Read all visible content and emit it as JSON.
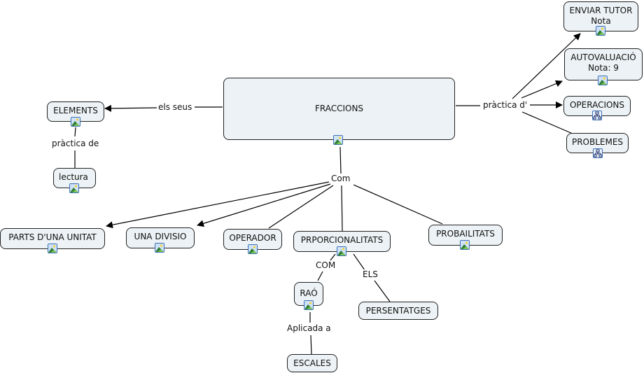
{
  "map": {
    "central": {
      "label": "FRACCIONS",
      "icon": "image-icon"
    },
    "nodes": {
      "elements": {
        "label": "ELEMENTS",
        "icon": "image-icon"
      },
      "lectura": {
        "label": "lectura",
        "icon": "image-icon"
      },
      "enviar_tutor": {
        "line1": "ENVIAR TUTOR",
        "line2": "Nota",
        "icon": "image-icon"
      },
      "autovaluacio": {
        "line1": "AUTOVALUACIÓ",
        "line2": "Nota: 9",
        "icon": "image-icon"
      },
      "operacions": {
        "label": "OPERACIONS",
        "icon": "submap-icon"
      },
      "problemes": {
        "label": "PROBLEMES",
        "icon": "submap-icon"
      },
      "parts": {
        "label": "PARTS D'UNA UNITAT",
        "icon": "image-icon"
      },
      "una_divisio": {
        "label": "UNA DIVISIO",
        "icon": "image-icon"
      },
      "operador": {
        "label": "OPERADOR",
        "icon": "image-icon"
      },
      "prporcionalitats": {
        "label": "PRPORCIONALITATS",
        "icon": "image-icon"
      },
      "probailitats": {
        "label": "PROBAILITATS",
        "icon": "image-icon"
      },
      "rao": {
        "label": "RAÓ",
        "icon": "image-icon"
      },
      "persentatges": {
        "label": "PERSENTATGES"
      },
      "escales": {
        "label": "ESCALES"
      }
    },
    "links": {
      "els_seus": "els seus",
      "practica_de": "pràctica de",
      "practica_d": "pràctica d'",
      "com": "Com",
      "com_upper": "COM",
      "els": "ELS",
      "aplicada_a": "Aplicada a"
    }
  }
}
